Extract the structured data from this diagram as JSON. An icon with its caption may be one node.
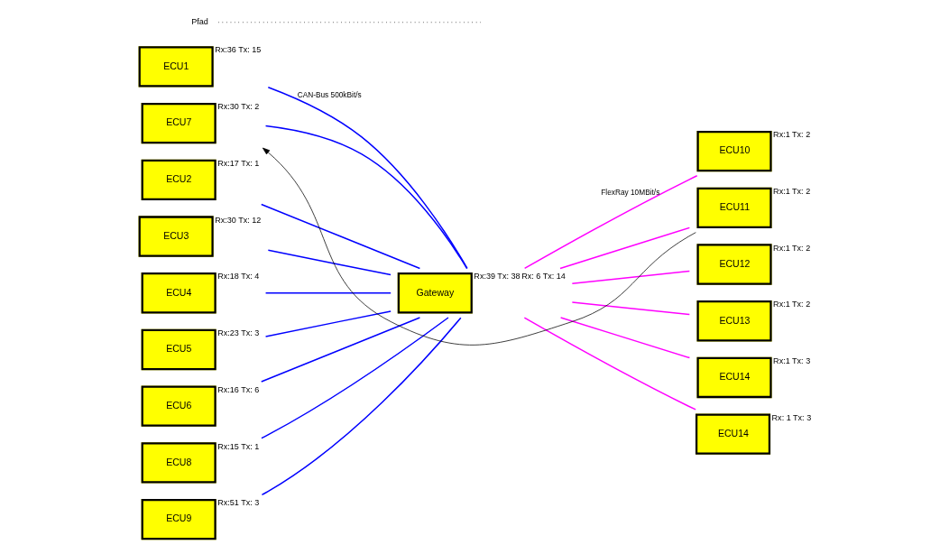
{
  "diagram": {
    "nodes": [
      {
        "text": [
          "ECU1"
        ],
        "beside": [
          "Rx:36 Tx: 15"
        ]
      },
      {
        "text": [
          "Gateway"
        ],
        "beside": [
          "Rx:39 Tx: 38",
          "Rx: 6 Tx: 14"
        ]
      },
      {
        "text": [
          "ECU2"
        ],
        "beside": [
          "Rx:17 Tx: 1"
        ]
      },
      {
        "text": [
          "ECU3"
        ],
        "beside": [
          "Rx:30 Tx: 12"
        ]
      },
      {
        "text": [
          "ECU4"
        ],
        "beside": [
          "Rx:18 Tx: 4"
        ]
      },
      {
        "text": [
          "ECU5"
        ],
        "beside": [
          "Rx:23 Tx: 3"
        ]
      },
      {
        "text": [
          "ECU6"
        ],
        "beside": [
          "Rx:16 Tx: 6"
        ]
      },
      {
        "text": [
          "ECU7"
        ],
        "beside": [
          "Rx:30 Tx: 2"
        ]
      },
      {
        "text": [
          "ECU8"
        ],
        "beside": [
          "Rx:15 Tx: 1"
        ]
      },
      {
        "text": [
          "ECU9"
        ],
        "beside": [
          "Rx:51 Tx: 3"
        ]
      },
      {
        "text": [
          "ECU10"
        ],
        "beside": [
          "Rx:1 Tx: 2"
        ]
      },
      {
        "text": [
          "ECU11"
        ],
        "beside": [
          "Rx:1 Tx: 2"
        ]
      },
      {
        "text": [
          "ECU12"
        ],
        "beside": [
          "Rx:1 Tx: 2"
        ]
      },
      {
        "text": [
          "ECU13"
        ],
        "beside": [
          "Rx:1 Tx: 2"
        ]
      },
      {
        "text": [
          "ECU14"
        ],
        "beside": [
          "Rx:1 Tx: 3"
        ]
      },
      {
        "text": [
          "ECU14"
        ],
        "beside": [
          "Rx: 1 Tx: 3"
        ]
      },
      {
        "text": [
          "Pfad"
        ]
      }
    ],
    "edges": [
      {
        "from": 0,
        "to": 1,
        "arrow": "none",
        "label": "CAN-Bus 500kBit/s",
        "color": "#0000ff"
      },
      {
        "from": 2,
        "to": 1,
        "arrow": "none",
        "color": "#0000ff"
      },
      {
        "from": 3,
        "to": 1,
        "arrow": "none",
        "color": "#0000ff"
      },
      {
        "from": 4,
        "to": 1,
        "arrow": "none",
        "color": "#0000ff"
      },
      {
        "from": 5,
        "to": 1,
        "arrow": "none",
        "color": "#0000ff"
      },
      {
        "from": 6,
        "to": 1,
        "arrow": "none",
        "color": "#0000ff"
      },
      {
        "from": 7,
        "to": 1,
        "arrow": "none",
        "color": "#0000ff"
      },
      {
        "from": 8,
        "to": 1,
        "arrow": "none",
        "color": "#0000ff"
      },
      {
        "from": 9,
        "to": 1,
        "arrow": "none",
        "color": "#0000ff"
      },
      {
        "from": 1,
        "to": 10,
        "arrow": "none",
        "label": "FlexRay 10MBit/s",
        "color": "#ff00ff"
      },
      {
        "from": 1,
        "to": 11,
        "arrow": "none",
        "color": "#ff00ff"
      },
      {
        "from": 1,
        "to": 12,
        "arrow": "none",
        "color": "#ff00ff"
      },
      {
        "from": 1,
        "to": 13,
        "arrow": "none",
        "color": "#ff00ff"
      },
      {
        "from": 1,
        "to": 14,
        "arrow": "none",
        "color": "#ff00ff"
      },
      {
        "from": 1,
        "to": 15,
        "arrow": "none",
        "color": "#ff00ff"
      },
      {
        "from": 11,
        "to": 7,
        "arrow": "to",
        "color": "#000000"
      },
      {
        "from": 16,
        "to": null,
        "arrow": "none",
        "style": "dashed",
        "color": "#000000"
      }
    ]
  }
}
